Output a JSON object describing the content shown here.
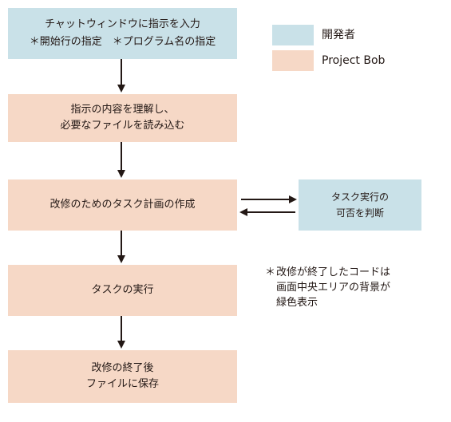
{
  "legend": {
    "developer_label": "開発者",
    "bob_label": "Project Bob",
    "developer_color": "#c9e1e8",
    "bob_color": "#f6d8c6"
  },
  "steps": [
    {
      "lines": [
        "チャットウィンドウに指示を入力",
        "＊開始行の指定　＊プログラム名の指定"
      ],
      "actor": "developer"
    },
    {
      "lines": [
        "指示の内容を理解し、",
        "必要なファイルを読み込む"
      ],
      "actor": "bob"
    },
    {
      "lines": [
        "改修のためのタスク計画の作成"
      ],
      "actor": "bob"
    },
    {
      "lines": [
        "タスクの実行"
      ],
      "actor": "bob"
    },
    {
      "lines": [
        "改修の終了後",
        "ファイルに保存"
      ],
      "actor": "bob"
    }
  ],
  "check": {
    "lines": [
      "タスク実行の",
      "可否を判断"
    ],
    "actor": "developer"
  },
  "note": {
    "mark": "＊",
    "lines": [
      "改修が終了したコードは",
      "画面中央エリアの背景が",
      "緑色表示"
    ]
  }
}
